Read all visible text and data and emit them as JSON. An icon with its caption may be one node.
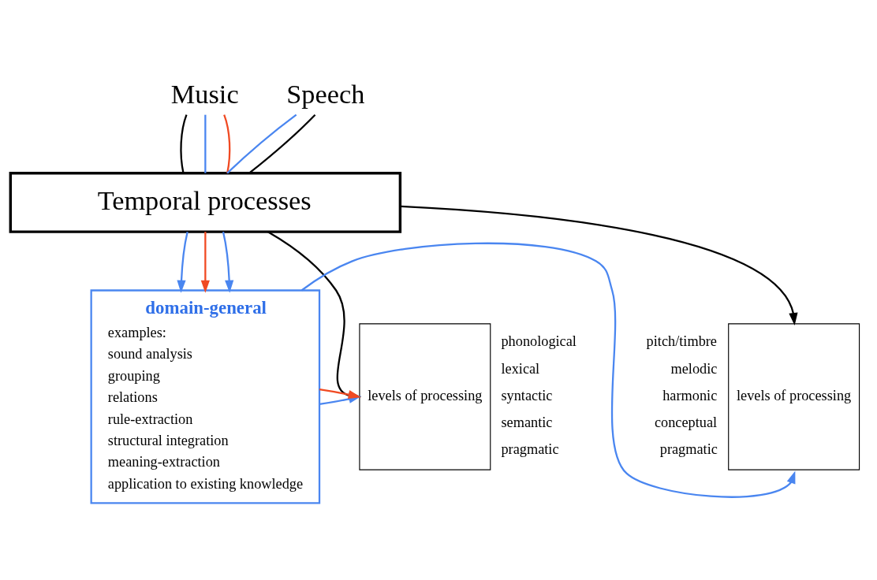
{
  "diagram": {
    "nodes": [
      {
        "text": [
          "Music"
        ]
      },
      {
        "text": [
          "Speech"
        ]
      },
      {
        "text": [
          "Temporal processes"
        ]
      },
      {
        "text": [
          "levels of processing"
        ],
        "beside": [
          "pitch/timbre",
          "melodic",
          "harmonic",
          "conceptual",
          "pragmatic"
        ]
      },
      {
        "text": [
          "domain-general",
          "examples:",
          "sound analysis",
          "grouping",
          "relations",
          "rule-extraction",
          "structural integration",
          "meaning-extraction",
          "application to existing knowledge"
        ]
      },
      {
        "text": [
          "levels of processing"
        ],
        "beside": [
          "phonological",
          "lexical",
          "syntactic",
          "semantic",
          "pragmatic"
        ]
      }
    ],
    "edges": [
      {
        "from": 0,
        "to": 2,
        "arrow": "none",
        "color": "#000000"
      },
      {
        "from": 0,
        "to": 2,
        "arrow": "none"
      },
      {
        "from": 0,
        "to": 2,
        "arrow": "none",
        "color": "#f04a23"
      },
      {
        "from": 1,
        "to": 2,
        "arrow": "none"
      },
      {
        "from": 1,
        "to": 2,
        "arrow": "none",
        "color": "#000000"
      },
      {
        "from": 2,
        "to": 3,
        "arrow": "to",
        "color": "#000000"
      },
      {
        "from": 2,
        "to": 4,
        "arrow": "to"
      },
      {
        "from": 2,
        "to": 4,
        "arrow": "to",
        "color": "#f04a23"
      },
      {
        "from": 2,
        "to": 4,
        "arrow": "to"
      },
      {
        "from": 2,
        "to": 5,
        "arrow": "to",
        "color": "#000000"
      },
      {
        "from": 4,
        "to": 3,
        "arrow": "to"
      },
      {
        "from": 4,
        "to": 5,
        "arrow": "to"
      },
      {
        "from": 4,
        "to": 5,
        "arrow": "to",
        "color": "#f04a23"
      }
    ]
  }
}
